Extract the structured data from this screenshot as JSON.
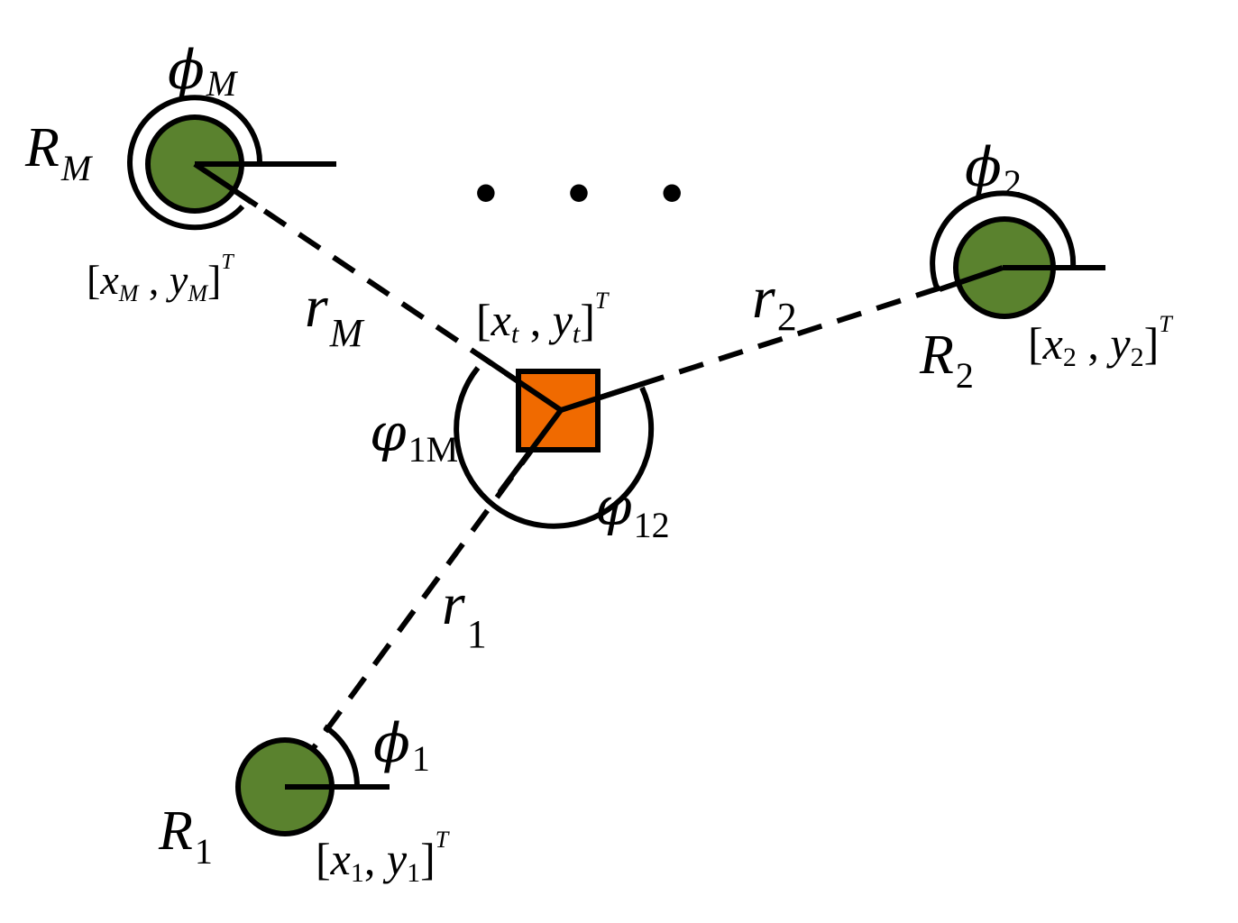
{
  "colors": {
    "receiver_fill": "#5a822e",
    "target_fill": "#f06a00",
    "stroke": "#000000",
    "background": "#ffffff"
  },
  "ellipsis": "• • •",
  "target": {
    "coord": {
      "x": "x",
      "xsub": "t",
      "y": "y",
      "ysub": "t",
      "sup": "T"
    },
    "angle_1M": {
      "sym": "φ",
      "sub": "1M"
    },
    "angle_12": {
      "sym": "φ",
      "sub": "12"
    }
  },
  "receivers": [
    {
      "id": "1",
      "name": {
        "main": "R",
        "sub": "1"
      },
      "angle": {
        "sym": "ϕ",
        "sub": "1"
      },
      "coord": {
        "x": "x",
        "xsub": "1",
        "y": "y",
        "ysub": "1",
        "sup": "T"
      },
      "range": {
        "main": "r",
        "sub": "1"
      }
    },
    {
      "id": "2",
      "name": {
        "main": "R",
        "sub": "2"
      },
      "angle": {
        "sym": "ϕ",
        "sub": "2"
      },
      "coord": {
        "x": "x",
        "xsub": "2",
        "y": "y",
        "ysub": "2",
        "sup": "T"
      },
      "range": {
        "main": "r",
        "sub": "2"
      }
    },
    {
      "id": "M",
      "name": {
        "main": "R",
        "sub": "M"
      },
      "angle": {
        "sym": "ϕ",
        "sub": "M"
      },
      "coord": {
        "x": "x",
        "xsub": "M",
        "y": "y",
        "ysub": "M",
        "sup": "T"
      },
      "range": {
        "main": "r",
        "sub": "M"
      }
    }
  ]
}
